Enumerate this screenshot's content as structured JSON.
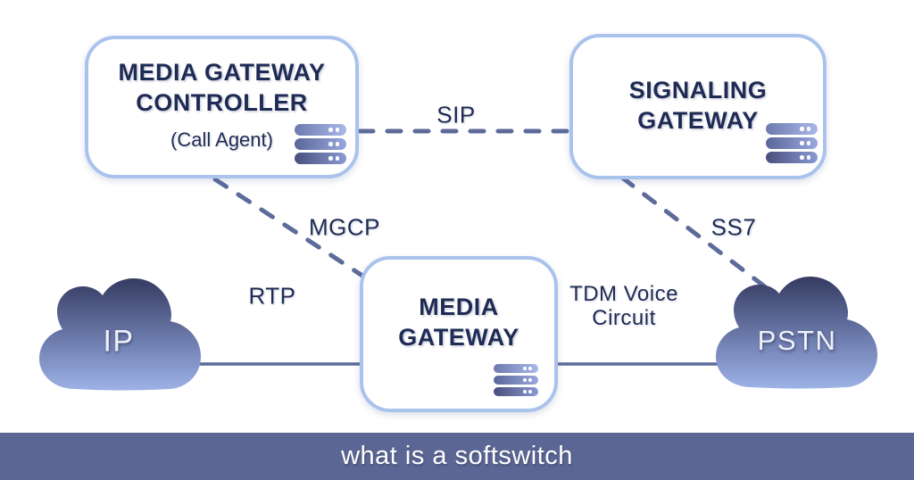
{
  "banner": {
    "text": "what is a softswitch"
  },
  "nodes": {
    "mgc": {
      "line1": "MEDIA GATEWAY",
      "line2": "CONTROLLER",
      "sublabel": "(Call Agent)"
    },
    "sg": {
      "line1": "SIGNALING",
      "line2": "GATEWAY"
    },
    "mg": {
      "line1": "MEDIA",
      "line2": "GATEWAY"
    },
    "ip": {
      "label": "IP"
    },
    "pstn": {
      "label": "PSTN"
    }
  },
  "links": {
    "sip": {
      "label": "SIP",
      "style": "dashed",
      "from": "media-gateway-controller",
      "to": "signaling-gateway"
    },
    "mgcp": {
      "label": "MGCP",
      "style": "dashed",
      "from": "media-gateway-controller",
      "to": "media-gateway"
    },
    "ss7": {
      "label": "SS7",
      "style": "dashed",
      "from": "signaling-gateway",
      "to": "pstn-cloud"
    },
    "rtp": {
      "label": "RTP",
      "style": "solid",
      "from": "ip-cloud",
      "to": "media-gateway"
    },
    "tdm": {
      "line1": "TDM Voice",
      "line2": "Circuit",
      "style": "solid",
      "from": "media-gateway",
      "to": "pstn-cloud"
    }
  },
  "icons": {
    "server": "server-icon",
    "cloud": "cloud-icon"
  },
  "colors": {
    "navy": "#1e2b55",
    "box-border": "#a9c3ec",
    "line": "#5d6b9a",
    "banner-bg": "#5c6694",
    "banner-fg": "#ffffff",
    "cloud-top": "#353b61",
    "cloud-bottom": "#9db2e6",
    "canvas-bg": "#ffffff"
  }
}
